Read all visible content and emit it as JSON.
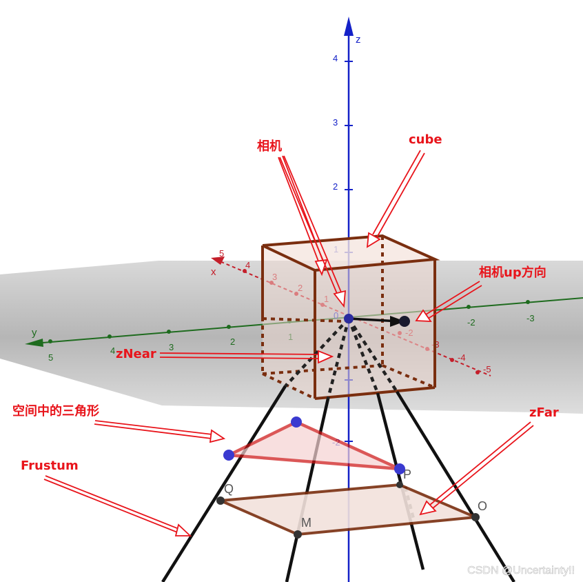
{
  "annotations": {
    "camera": "相机",
    "cube": "cube",
    "camera_up": "相机up方向",
    "znear": "zNear",
    "triangle": "空间中的三角形",
    "zfar": "zFar",
    "frustum": "Frustum"
  },
  "axes": {
    "x_label": "x",
    "y_label": "y",
    "z_label": "z",
    "z_ticks": [
      "4",
      "3",
      "2",
      "1",
      "-2"
    ],
    "x_ticks": [
      "5",
      "4",
      "3",
      "2",
      "1",
      "-2",
      "-3",
      "-4",
      "-5"
    ],
    "y_ticks": [
      "5",
      "4",
      "3",
      "2",
      "1",
      "-2",
      "-3"
    ],
    "origin": "0"
  },
  "points": {
    "Q": "Q",
    "M": "M",
    "O": "O",
    "P": "P"
  },
  "watermark": "CSDN @Uncertainty!!",
  "colors": {
    "annotation": "#e8141b",
    "z_axis": "#1421c8",
    "y_axis": "#1e6b1e",
    "x_axis": "#c41e2a",
    "cube_edge": "#7a2e0f",
    "frustum_edge": "#111111",
    "triangle_vertex": "#3a3ad0"
  }
}
